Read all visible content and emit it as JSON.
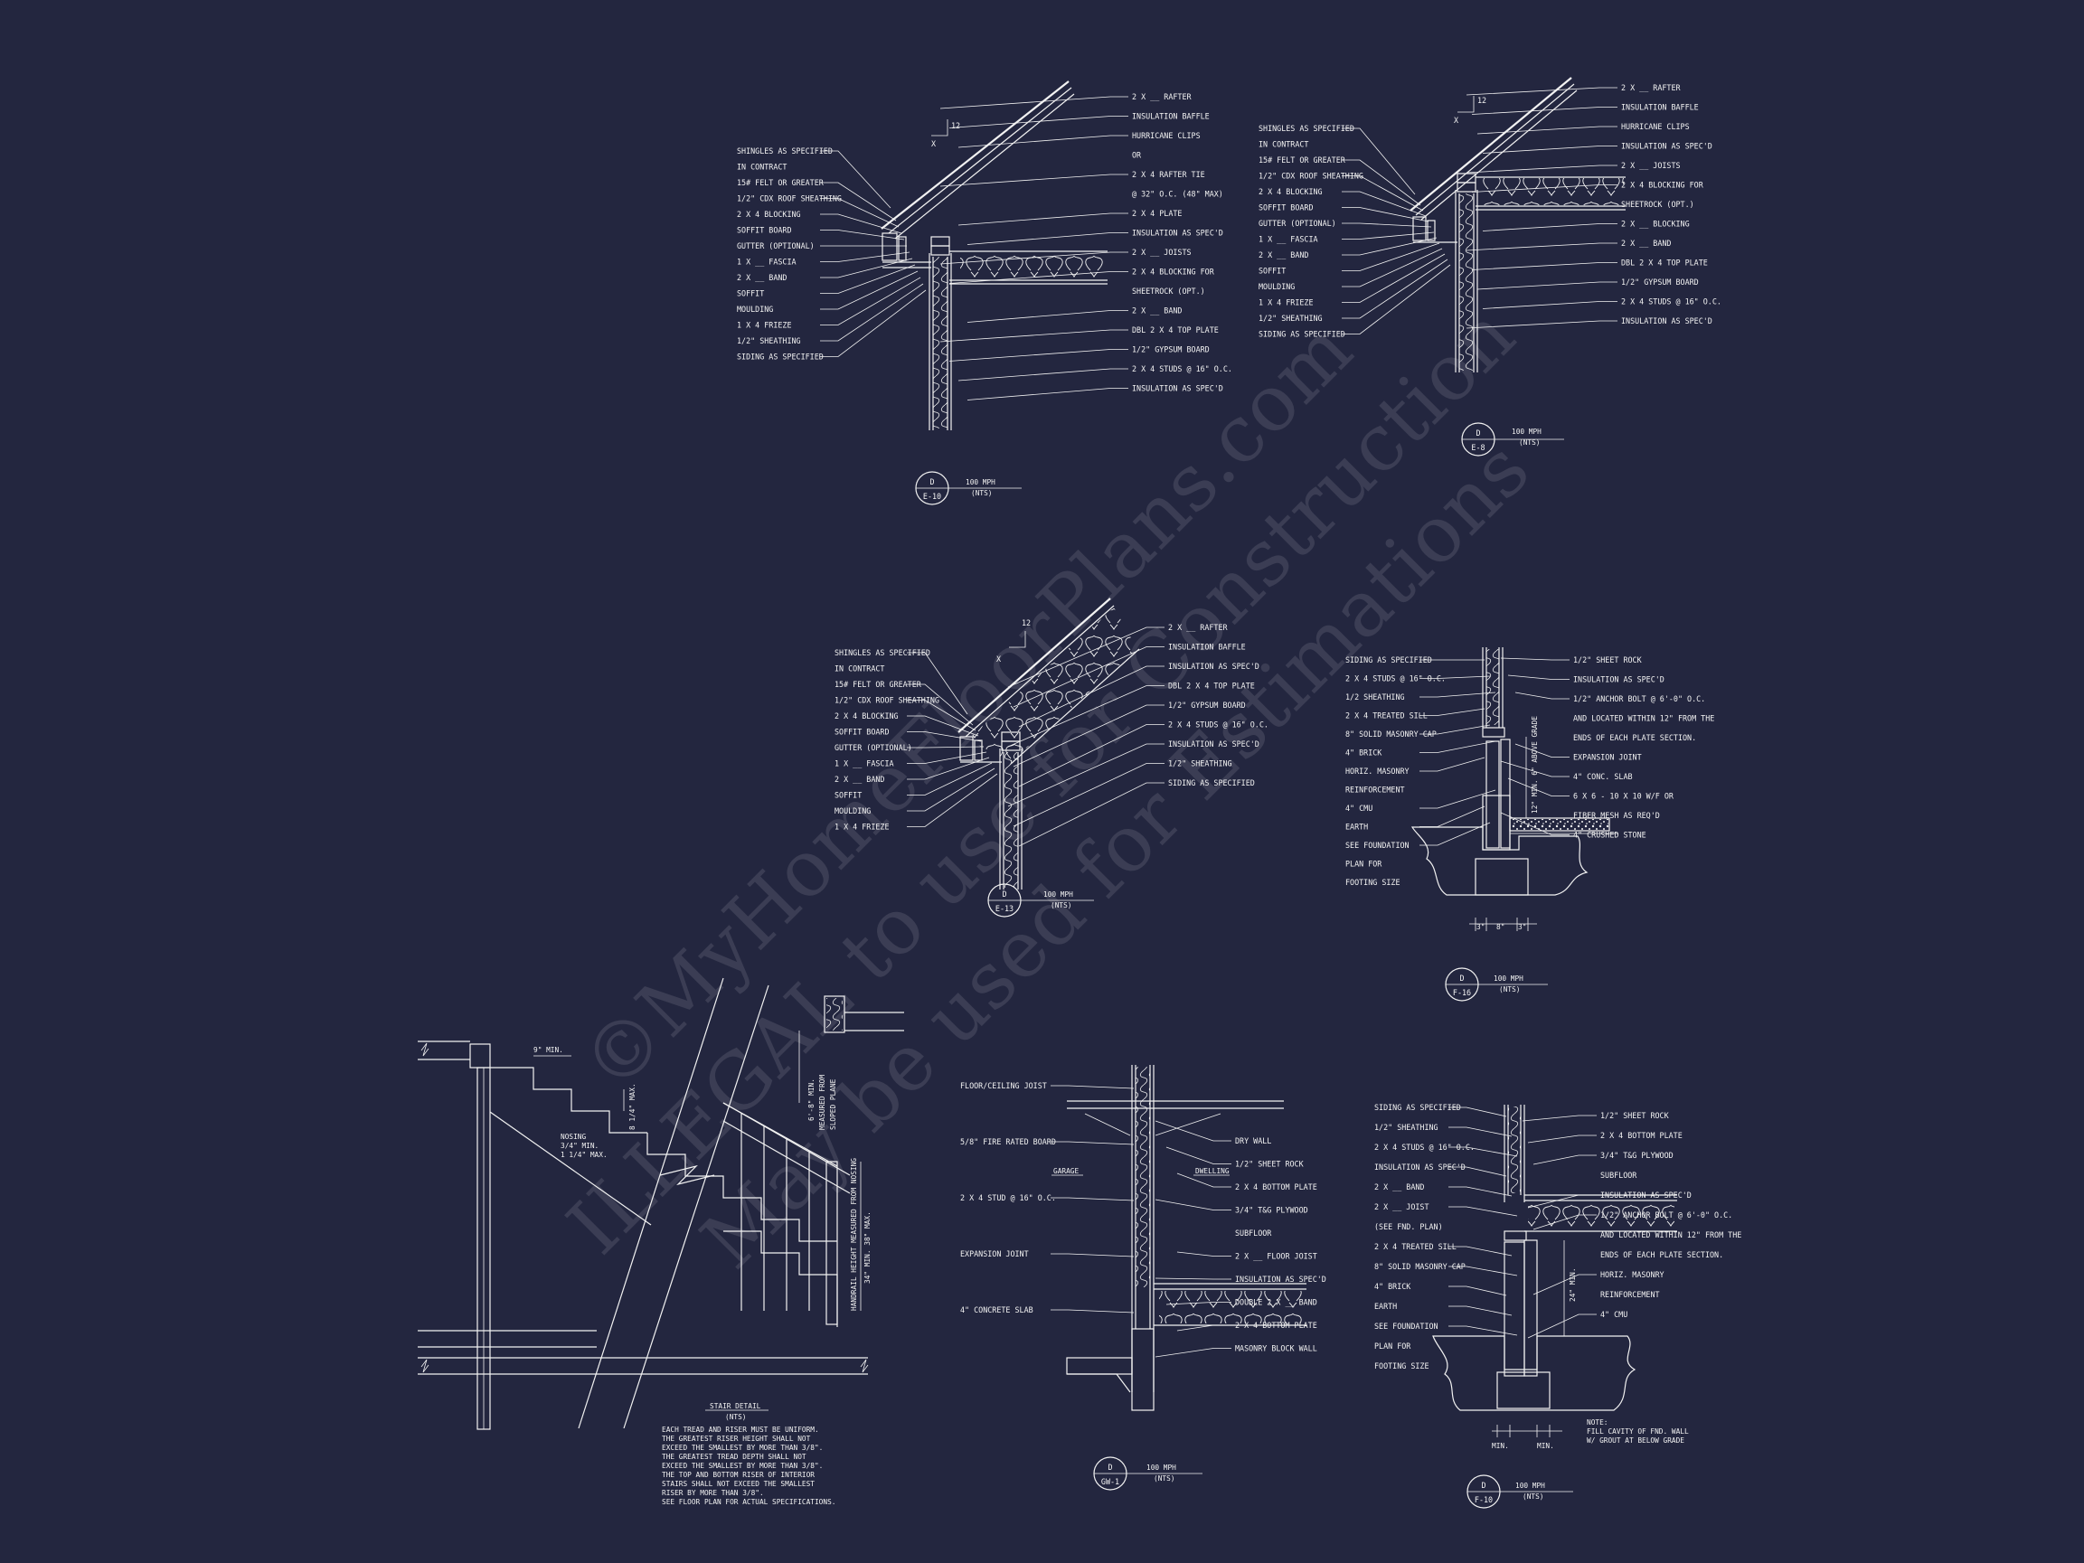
{
  "watermark": {
    "line1": "©MyHomeFloorPlans.com",
    "line2": "ILLEGAL to use for Construction",
    "line3": "May be used for Estimations"
  },
  "details": {
    "e10": {
      "callout_top": "D",
      "callout_bottom": "E-10",
      "scale": "100 MPH",
      "scale_note": "(NTS)",
      "slope_rise": "12",
      "slope_run": "X",
      "left_labels": [
        "SHINGLES AS SPECIFIED",
        "IN CONTRACT",
        "15# FELT OR GREATER",
        "1/2\" CDX ROOF SHEATHING",
        "2 X 4 BLOCKING",
        "SOFFIT BOARD",
        "GUTTER (OPTIONAL)",
        "1 X __ FASCIA",
        "2 X __ BAND",
        "SOFFIT",
        "MOULDING",
        "1 X 4 FRIEZE",
        "1/2\" SHEATHING",
        "SIDING AS SPECIFIED"
      ],
      "right_labels": [
        "2 X __ RAFTER",
        "INSULATION BAFFLE",
        "HURRICANE CLIPS",
        "OR",
        "2 X 4 RAFTER TIE",
        "@ 32\" O.C. (48\" MAX)",
        "2 X 4 PLATE",
        "INSULATION AS SPEC'D",
        "2 X __ JOISTS",
        "2 X 4 BLOCKING FOR",
        "SHEETROCK (OPT.)",
        "2 X __ BAND",
        "DBL 2 X 4 TOP PLATE",
        "1/2\" GYPSUM BOARD",
        "2 X 4 STUDS @ 16\" O.C.",
        "INSULATION AS SPEC'D"
      ]
    },
    "e8": {
      "callout_top": "D",
      "callout_bottom": "E-8",
      "scale": "100 MPH",
      "scale_note": "(NTS)",
      "slope_rise": "12",
      "slope_run": "X",
      "left_labels": [
        "SHINGLES AS SPECIFIED",
        "IN CONTRACT",
        "15# FELT OR GREATER",
        "1/2\" CDX ROOF SHEATHING",
        "2 X 4 BLOCKING",
        "SOFFIT BOARD",
        "GUTTER (OPTIONAL)",
        "1 X __ FASCIA",
        "2 X __ BAND",
        "SOFFIT",
        "MOULDING",
        "1 X 4 FRIEZE",
        "1/2\" SHEATHING",
        "SIDING AS SPECIFIED"
      ],
      "right_labels": [
        "2 X __ RAFTER",
        "INSULATION BAFFLE",
        "HURRICANE CLIPS",
        "INSULATION AS SPEC'D",
        "2 X __ JOISTS",
        "2 X 4 BLOCKING FOR",
        "SHEETROCK (OPT.)",
        "2 X __ BLOCKING",
        "2 X __ BAND",
        "DBL 2 X 4 TOP PLATE",
        "1/2\" GYPSUM BOARD",
        "2 X 4 STUDS @ 16\" O.C.",
        "INSULATION AS SPEC'D"
      ]
    },
    "e13": {
      "callout_top": "D",
      "callout_bottom": "E-13",
      "scale": "100 MPH",
      "scale_note": "(NTS)",
      "slope_rise": "12",
      "slope_run": "X",
      "left_labels": [
        "SHINGLES AS SPECIFIED",
        "IN CONTRACT",
        "15# FELT OR GREATER",
        "1/2\" CDX ROOF SHEATHING",
        "2 X 4 BLOCKING",
        "SOFFIT BOARD",
        "GUTTER (OPTIONAL)",
        "1 X __ FASCIA",
        "2 X __ BAND",
        "SOFFIT",
        "MOULDING",
        "1 X 4 FRIEZE"
      ],
      "right_labels": [
        "2 X __ RAFTER",
        "INSULATION BAFFLE",
        "INSULATION AS SPEC'D",
        "DBL 2 X 4 TOP PLATE",
        "1/2\" GYPSUM BOARD",
        "2 X 4 STUDS @ 16\" O.C.",
        "INSULATION AS SPEC'D",
        "1/2\" SHEATHING",
        "SIDING AS SPECIFIED"
      ]
    },
    "f16": {
      "callout_top": "D",
      "callout_bottom": "F-16",
      "scale": "100 MPH",
      "scale_note": "(NTS)",
      "left_labels": [
        "SIDING AS SPECIFIED",
        "2 X 4 STUDS @ 16\" O.C.",
        "1/2 SHEATHING",
        "2 X 4 TREATED SILL",
        "8\" SOLID MASONRY CAP",
        "4\" BRICK",
        "HORIZ. MASONRY",
        "REINFORCEMENT",
        "4\" CMU",
        "EARTH",
        "SEE FOUNDATION",
        "PLAN FOR",
        "FOOTING SIZE"
      ],
      "right_labels": [
        "1/2\" SHEET ROCK",
        "INSULATION AS SPEC'D",
        "1/2\" ANCHOR BOLT @ 6'-0\" O.C.",
        "AND LOCATED WITHIN 12\" FROM THE",
        "ENDS OF EACH PLATE SECTION.",
        "EXPANSION JOINT",
        "4\" CONC. SLAB",
        "6 X 6 - 10 X 10 W/F OR",
        "FIBER MESH AS REQ'D",
        "4\" CRUSHED STONE"
      ],
      "vertical_note": "12\" MIN. 6\" ABOVE GRADE",
      "dims": [
        "3\"",
        "8\"",
        "3\""
      ]
    },
    "stair": {
      "title": "STAIR DETAIL",
      "scale_note": "(NTS)",
      "tread_dim": "9\" MIN.",
      "riser_dim": "8 1/4\" MAX.",
      "nosing": [
        "NOSING",
        "3/4\" MIN.",
        "1 1/4\" MAX."
      ],
      "headroom": [
        "6'-8\" MIN.",
        "MEASURED FROM",
        "SLOPED PLANE"
      ],
      "handrail": [
        "HANDRAIL HEIGHT MEASURED FROM NOSING",
        "34\" MIN. 38\" MAX."
      ],
      "notes": [
        "EACH TREAD AND RISER MUST BE UNIFORM.",
        "THE GREATEST RISER HEIGHT SHALL NOT",
        "EXCEED THE SMALLEST BY MORE THAN 3/8\".",
        "THE GREATEST TREAD DEPTH SHALL NOT",
        "EXCEED THE SMALLEST BY MORE THAN 3/8\".",
        "THE TOP AND BOTTOM RISER OF INTERIOR",
        "STAIRS SHALL NOT EXCEED THE SMALLEST",
        "RISER BY MORE THAN 3/8\".",
        "SEE FLOOR PLAN FOR ACTUAL SPECIFICATIONS."
      ]
    },
    "gw1": {
      "callout_top": "D",
      "callout_bottom": "GW-1",
      "scale": "100 MPH",
      "scale_note": "(NTS)",
      "zone_left": "GARAGE",
      "zone_right": "DWELLING",
      "left_labels": [
        "FLOOR/CEILING JOIST",
        "5/8\" FIRE RATED BOARD",
        "2 X 4 STUD @ 16\" O.C.",
        "EXPANSION JOINT",
        "4\" CONCRETE SLAB"
      ],
      "right_labels": [
        "DRY WALL",
        "1/2\" SHEET ROCK",
        "2 X 4 BOTTOM PLATE",
        "3/4\" T&G PLYWOOD",
        "SUBFLOOR",
        "2 X __ FLOOR JOIST",
        "INSULATION AS SPEC'D",
        "DOUBLE 2 X __ BAND",
        "2 X 4 BOTTOM PLATE",
        "MASONRY BLOCK WALL"
      ]
    },
    "f10": {
      "callout_top": "D",
      "callout_bottom": "F-10",
      "scale": "100 MPH",
      "scale_note": "(NTS)",
      "left_labels": [
        "SIDING AS SPECIFIED",
        "1/2\" SHEATHING",
        "2 X 4 STUDS @ 16\" O.C.",
        "INSULATION AS SPEC'D",
        "2 X __ BAND",
        "2 X __ JOIST",
        "(SEE FND. PLAN)",
        "2 X 4 TREATED SILL",
        "8\" SOLID MASONRY CAP",
        "4\" BRICK",
        "EARTH",
        "SEE FOUNDATION",
        "PLAN FOR",
        "FOOTING SIZE"
      ],
      "right_labels": [
        "1/2\" SHEET ROCK",
        "2 X 4 BOTTOM PLATE",
        "3/4\" T&G PLYWOOD",
        "SUBFLOOR",
        "INSULATION AS SPEC'D",
        "1/2\" ANCHOR BOLT @ 6'-0\" O.C.",
        "AND LOCATED WITHIN 12\" FROM THE",
        "ENDS OF EACH PLATE SECTION.",
        "HORIZ. MASONRY",
        "REINFORCEMENT",
        "4\" CMU"
      ],
      "vertical_note": "24\" MIN.",
      "note": [
        "NOTE:",
        "FILL CAVITY OF FND. WALL",
        "W/ GROUT AT BELOW GRADE"
      ],
      "dims": [
        "MIN.",
        "MIN."
      ]
    }
  }
}
